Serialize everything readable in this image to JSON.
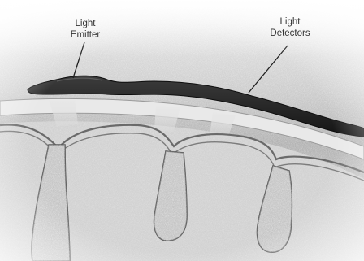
{
  "labels": {
    "emitter": [
      "Light",
      "Emitter"
    ],
    "detectors": [
      "Light",
      "Detectors"
    ]
  },
  "colors": {
    "sensor": "#2a2a2a",
    "tissue": "#b4b4b4",
    "paper": "#ffffff"
  }
}
